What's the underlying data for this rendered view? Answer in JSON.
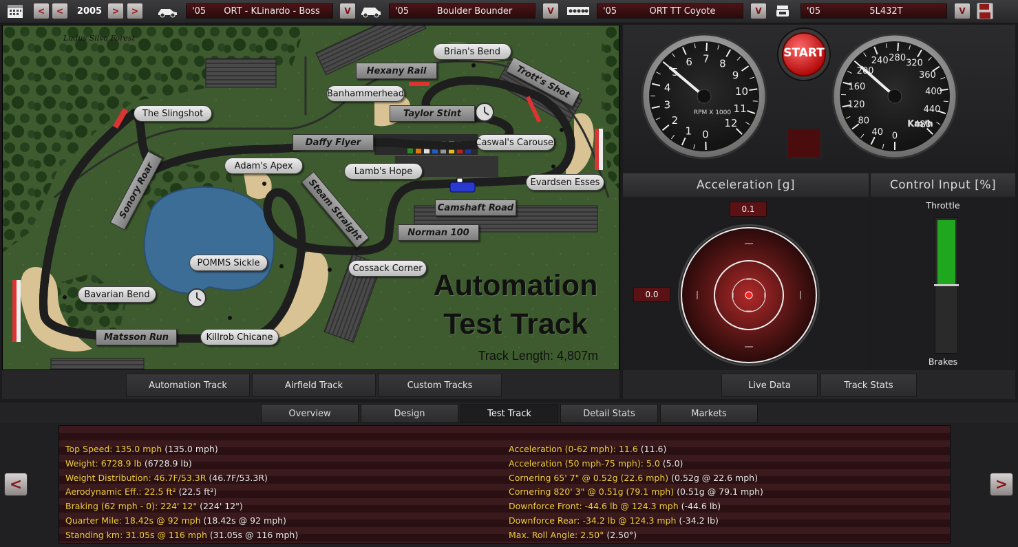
{
  "top": {
    "year": "2005",
    "vehicles": [
      {
        "year": "'05",
        "name": "ORT - KLinardo - Boss"
      },
      {
        "year": "'05",
        "name": "Boulder Bounder"
      },
      {
        "year": "'05",
        "name": "ORT TT Coyote"
      },
      {
        "year": "'05",
        "name": "5L432T"
      }
    ],
    "prev_label": "<",
    "next_label": ">",
    "dd_label": "V"
  },
  "map": {
    "title_line1": "Automation",
    "title_line2": "Test Track",
    "length": "Track Length: 4,807m",
    "forest": "Ludus Silva Forest",
    "labels": {
      "brians_bend": "Brian's Bend",
      "hexany_rail": "Hexany Rail",
      "trotts_shot": "Trott's Shot",
      "banhammerhead": "Banhammerhead",
      "taylor_stint": "Taylor Stint",
      "slingshot": "The Slingshot",
      "daffy_flyer": "Daffy Flyer",
      "caswals_carousel": "Caswal's Carousel",
      "adams_apex": "Adam's Apex",
      "lambs_hope": "Lamb's Hope",
      "evardsen_esses": "Evardsen Esses",
      "sonory_roar": "Sonory Roar",
      "steam_straight": "Steam Straight",
      "camshaft_road": "Camshaft Road",
      "norman_100": "Norman 100",
      "pomms_sickle": "POMMS Sickle",
      "cossack_corner": "Cossack Corner",
      "bavarian_bend": "Bavarian Bend",
      "matsson_run": "Matsson Run",
      "killrob_chicane": "Killrob Chicane"
    }
  },
  "track_tabs": [
    "Automation Track",
    "Airfield Track",
    "Custom Tracks"
  ],
  "gauges": {
    "start": "START",
    "rpm_label": "RPM X 1000",
    "rpm_ticks": [
      "0",
      "1",
      "2",
      "3",
      "4",
      "5",
      "6",
      "7",
      "8",
      "9",
      "10",
      "11",
      "12"
    ],
    "speed_label": "Km/h",
    "speed_ticks": [
      "0",
      "40",
      "80",
      "120",
      "160",
      "200",
      "240",
      "280",
      "320",
      "360",
      "400",
      "440",
      "480"
    ],
    "rpm_value": 5,
    "speed_value": 200
  },
  "accel": {
    "title": "Acceleration [g]",
    "long_value": "0.1",
    "lat_value": "0.0"
  },
  "control": {
    "title": "Control Input [%]",
    "throttle_label": "Throttle",
    "brakes_label": "Brakes",
    "throttle_value": 1.0,
    "brakes_value": 0.0
  },
  "right_tabs": [
    "Live Data",
    "Track Stats"
  ],
  "main_tabs": [
    "Overview",
    "Design",
    "Test Track",
    "Detail Stats",
    "Markets"
  ],
  "stats_left": [
    {
      "k": "Top Speed: 135.0 mph",
      "p": "(135.0 mph)"
    },
    {
      "k": "Weight: 6728.9 lb",
      "p": "(6728.9 lb)"
    },
    {
      "k": "Weight Distribution: 46.7F/53.3R",
      "p": "(46.7F/53.3R)"
    },
    {
      "k": "Aerodynamic Eff.: 22.5 ft²",
      "p": "(22.5 ft²)"
    },
    {
      "k": "Braking (62 mph - 0): 224' 12\"",
      "p": "(224' 12\")"
    },
    {
      "k": "Quarter Mile: 18.42s @ 92 mph",
      "p": "(18.42s @ 92 mph)"
    },
    {
      "k": "Standing km: 31.05s @ 116 mph",
      "p": "(31.05s @ 116 mph)"
    }
  ],
  "stats_right": [
    {
      "k": "Acceleration (0-62 mph): 11.6",
      "p": "(11.6)"
    },
    {
      "k": "Acceleration (50 mph-75 mph): 5.0",
      "p": "(5.0)"
    },
    {
      "k": "Cornering 65' 7\" @ 0.52g (22.6 mph)",
      "p": "(0.52g @ 22.6 mph)"
    },
    {
      "k": "Cornering 820' 3\" @ 0.51g (79.1 mph)",
      "p": "(0.51g @ 79.1 mph)"
    },
    {
      "k": "Downforce Front: -44.6 lb @ 124.3 mph",
      "p": "(-44.6 lb)"
    },
    {
      "k": "Downforce Rear: -34.2 lb @ 124.3 mph",
      "p": "(-34.2 lb)"
    },
    {
      "k": "Max. Roll Angle: 2.50°",
      "p": "(2.50°)"
    }
  ]
}
